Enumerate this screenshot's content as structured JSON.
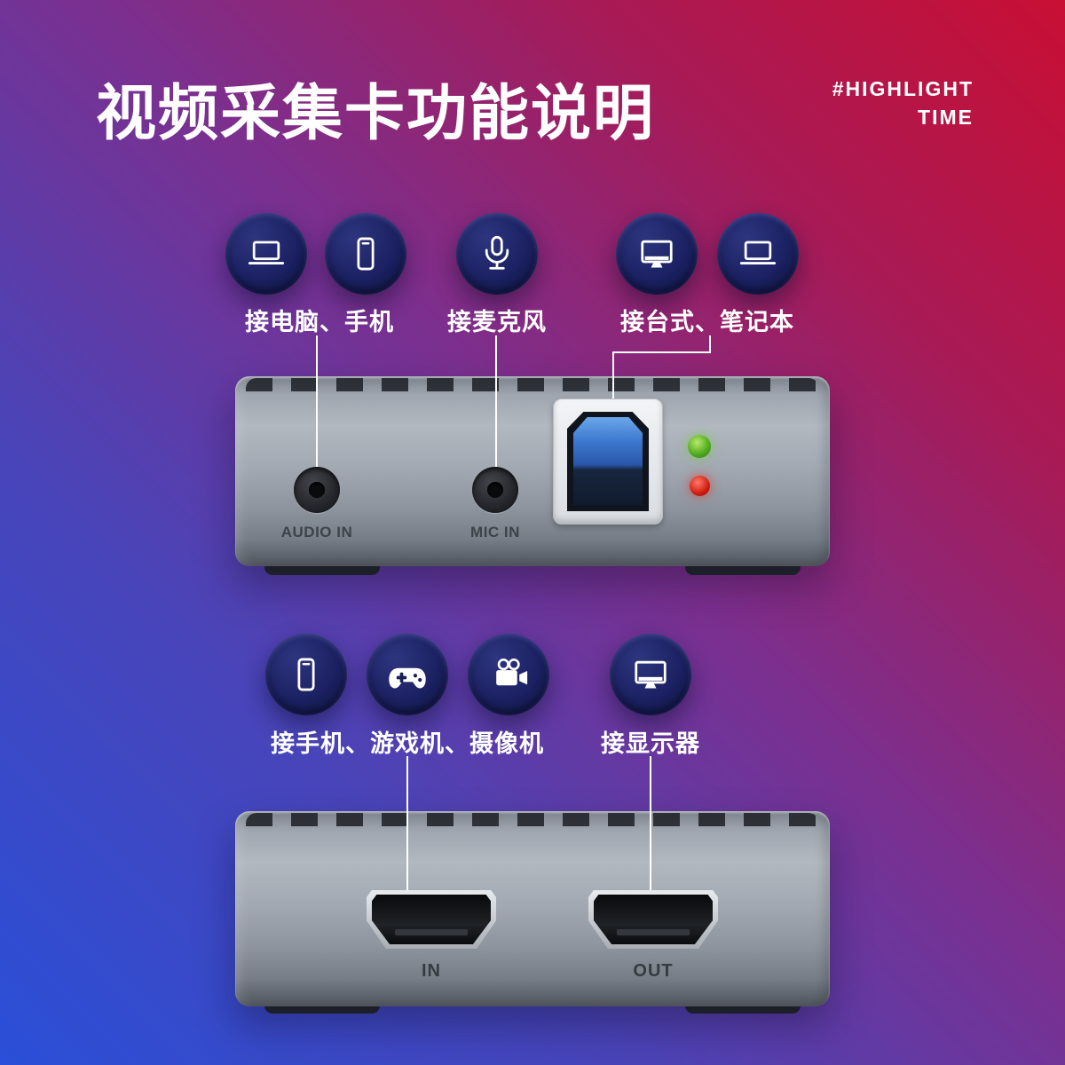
{
  "header": {
    "title": "视频采集卡功能说明",
    "hashtag_line1": "#HIGHLIGHT",
    "hashtag_line2": "TIME"
  },
  "top": {
    "groups": [
      {
        "label": "接电脑、手机",
        "icons": [
          "laptop-icon",
          "phone-icon"
        ]
      },
      {
        "label": "接麦克风",
        "icons": [
          "microphone-icon"
        ]
      },
      {
        "label": "接台式、笔记本",
        "icons": [
          "monitor-icon",
          "laptop-icon"
        ]
      }
    ],
    "device": {
      "port_labels": {
        "audio": "AUDIO IN",
        "mic": "MIC IN"
      },
      "usb_port": "usb-b-3.0-port",
      "leds": [
        "green",
        "red"
      ]
    }
  },
  "bottom": {
    "groups": [
      {
        "label": "接手机、游戏机、摄像机",
        "icons": [
          "phone-icon",
          "gamepad-icon",
          "video-camera-icon"
        ]
      },
      {
        "label": "接显示器",
        "icons": [
          "monitor-icon"
        ]
      }
    ],
    "device": {
      "port_labels": {
        "in": "IN",
        "out": "OUT"
      },
      "port_type": "hdmi"
    }
  },
  "colors": {
    "gradient_blue": "#2a4fd8",
    "gradient_red": "#c80f34",
    "circle_navy": "#1b2162",
    "device_gray": "#9aa1aa",
    "usb_blue": "#3c77cf",
    "led_green": "#4ca81c",
    "led_red": "#cf1d12"
  }
}
